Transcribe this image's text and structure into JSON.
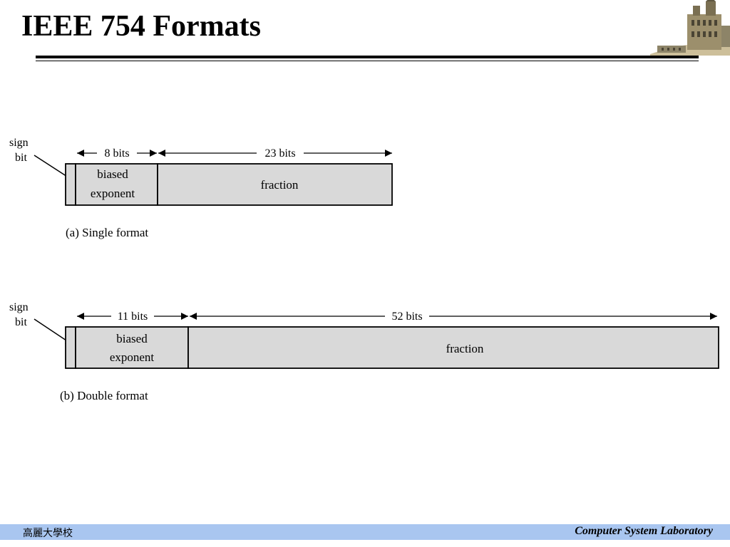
{
  "slide": {
    "title": "IEEE 754 Formats"
  },
  "single_format": {
    "sign_label_line1": "sign",
    "sign_label_line2": "bit",
    "exponent_bits": "8 bits",
    "fraction_bits": "23 bits",
    "exponent_line1": "biased",
    "exponent_line2": "exponent",
    "fraction_label": "fraction",
    "caption": "(a) Single format"
  },
  "double_format": {
    "sign_label_line1": "sign",
    "sign_label_line2": "bit",
    "exponent_bits": "11 bits",
    "fraction_bits": "52 bits",
    "exponent_line1": "biased",
    "exponent_line2": "exponent",
    "fraction_label": "fraction",
    "caption": "(b) Double format"
  },
  "footer": {
    "left_text": "高麗大學校",
    "right_text": "Computer System Laboratory"
  },
  "colors": {
    "field_fill": "#d9d9d9",
    "footer_bar": "#a9c6f0"
  }
}
